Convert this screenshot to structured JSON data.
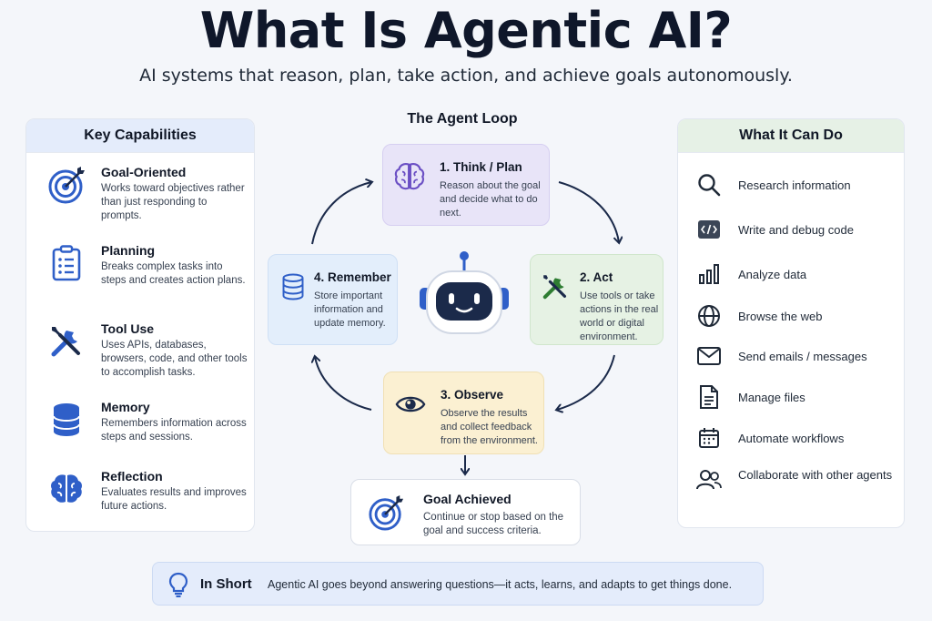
{
  "header": {
    "title": "What Is Agentic AI?",
    "subtitle": "AI systems that reason, plan, take action, and achieve goals autonomously."
  },
  "key_capabilities": {
    "heading": "Key Capabilities",
    "items": [
      {
        "title": "Goal-Oriented",
        "description": "Works toward objectives rather than just responding to prompts.",
        "icon": "target-icon"
      },
      {
        "title": "Planning",
        "description": "Breaks complex tasks into steps and creates action plans.",
        "icon": "clipboard-list-icon"
      },
      {
        "title": "Tool Use",
        "description": "Uses APIs, databases, browsers, code, and other tools to accomplish tasks.",
        "icon": "tools-icon"
      },
      {
        "title": "Memory",
        "description": "Remembers information across steps and sessions.",
        "icon": "database-icon"
      },
      {
        "title": "Reflection",
        "description": "Evaluates results and improves future actions.",
        "icon": "brain-icon"
      }
    ]
  },
  "agent_loop": {
    "heading": "The Agent Loop",
    "steps": [
      {
        "title": "1. Think / Plan",
        "description": "Reason about the goal and decide what to do next.",
        "icon": "brain-icon"
      },
      {
        "title": "2. Act",
        "description": "Use tools or take actions in the real world or digital environment.",
        "icon": "tools-icon"
      },
      {
        "title": "3. Observe",
        "description": "Observe the results and collect feedback from the environment.",
        "icon": "eye-icon"
      },
      {
        "title": "4. Remember",
        "description": "Store important information and update memory.",
        "icon": "database-icon"
      }
    ],
    "goal": {
      "title": "Goal Achieved",
      "description": "Continue or stop based on the goal and success criteria.",
      "icon": "target-icon"
    },
    "center_icon": "robot-icon"
  },
  "what_it_can_do": {
    "heading": "What It Can Do",
    "items": [
      {
        "label": "Research information",
        "icon": "search-icon"
      },
      {
        "label": "Write and debug code",
        "icon": "code-icon"
      },
      {
        "label": "Analyze data",
        "icon": "bar-chart-icon"
      },
      {
        "label": "Browse the web",
        "icon": "globe-icon"
      },
      {
        "label": "Send emails / messages",
        "icon": "mail-icon"
      },
      {
        "label": "Manage files",
        "icon": "file-icon"
      },
      {
        "label": "Automate workflows",
        "icon": "calendar-icon"
      },
      {
        "label": "Collaborate with other agents",
        "icon": "users-icon"
      }
    ]
  },
  "in_short": {
    "label": "In Short",
    "text": "Agentic AI goes beyond answering questions—it acts, learns, and adapts to get things done.",
    "icon": "lightbulb-icon"
  },
  "colors": {
    "primary_blue": "#2f5fc8",
    "dark_navy": "#1b2a4a",
    "think_bg": "#e8e4f8",
    "act_bg": "#e6f2e4",
    "observe_bg": "#fbf0d2",
    "remember_bg": "#e3eefb"
  }
}
